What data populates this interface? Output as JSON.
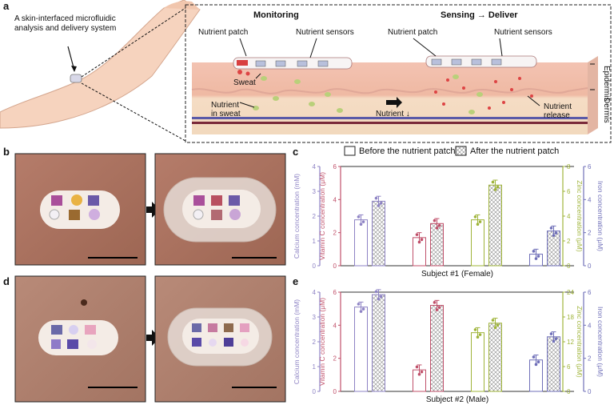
{
  "panels": {
    "a": "a",
    "b": "b",
    "c": "c",
    "d": "d",
    "e": "e"
  },
  "panel_a": {
    "system_label_line1": "A skin-interfaced microfluidic",
    "system_label_line2": "analysis and delivery system",
    "monitoring_title": "Monitoring",
    "sensing_title": "Sensing → Deliver",
    "nutrient_patch_left": "Nutrient patch",
    "nutrient_sensors_left": "Nutrient sensors",
    "nutrient_patch_right": "Nutrient patch",
    "nutrient_sensors_right": "Nutrient sensors",
    "sweat": "Sweat",
    "nutrient_in_sweat_1": "Nutrient",
    "nutrient_in_sweat_2": "in sweat",
    "nutrient_down": "Nutrient ↓",
    "nutrient_release_1": "Nutrient",
    "nutrient_release_2": "release",
    "epidermis": "Epidermis",
    "dermis": "Dermis"
  },
  "legend": {
    "before": "Before the nutrient patch",
    "after": "After the nutrient patch"
  },
  "colors": {
    "calcium": "#8e83c4",
    "vitamin_c": "#c0506a",
    "zinc": "#9fb43a",
    "iron": "#6f6fb8"
  },
  "chart_data": [
    {
      "type": "bar",
      "panel": "c",
      "xlabel": "Subject #1 (Female)",
      "axes": [
        {
          "label": "Calcium concentration (mM)",
          "ticks": [
            "0",
            "1",
            "2",
            "3",
            "4"
          ],
          "ylim": [
            0,
            4
          ]
        },
        {
          "label": "Vitamin C concentration (μM)",
          "ticks": [
            "0",
            "2",
            "4",
            "6"
          ],
          "ylim": [
            0,
            6
          ]
        },
        {
          "label": "Zinc concentration (μM)",
          "ticks": [
            "0",
            "2",
            "4",
            "6",
            "8"
          ],
          "ylim": [
            0,
            8
          ]
        },
        {
          "label": "Iron concentration (μM)",
          "ticks": [
            "0",
            "2",
            "4",
            "6"
          ],
          "ylim": [
            0,
            6
          ]
        }
      ],
      "categories": [
        "Calcium",
        "Vitamin C",
        "Zinc",
        "Iron"
      ],
      "series": [
        {
          "name": "Before the nutrient patch",
          "values": [
            1.85,
            1.7,
            3.7,
            0.7
          ]
        },
        {
          "name": "After the nutrient patch",
          "values": [
            2.6,
            2.55,
            6.5,
            2.1
          ]
        }
      ]
    },
    {
      "type": "bar",
      "panel": "e",
      "xlabel": "Subject #2 (Male)",
      "axes": [
        {
          "label": "Calcium concentration (mM)",
          "ticks": [
            "0",
            "1",
            "2",
            "3",
            "4"
          ],
          "ylim": [
            0,
            4
          ]
        },
        {
          "label": "Vitamin C concentration (μM)",
          "ticks": [
            "0",
            "2",
            "4",
            "6"
          ],
          "ylim": [
            0,
            6
          ]
        },
        {
          "label": "Zinc concentration (μM)",
          "ticks": [
            "0",
            "6",
            "12",
            "18",
            "24"
          ],
          "ylim": [
            0,
            24
          ]
        },
        {
          "label": "Iron concentration (μM)",
          "ticks": [
            "0",
            "2",
            "4",
            "6"
          ],
          "ylim": [
            0,
            6
          ]
        }
      ],
      "categories": [
        "Calcium",
        "Vitamin C",
        "Zinc",
        "Iron"
      ],
      "series": [
        {
          "name": "Before the nutrient patch",
          "values": [
            3.4,
            1.3,
            14.2,
            1.9
          ]
        },
        {
          "name": "After the nutrient patch",
          "values": [
            3.9,
            5.2,
            16.5,
            3.3
          ]
        }
      ]
    }
  ]
}
